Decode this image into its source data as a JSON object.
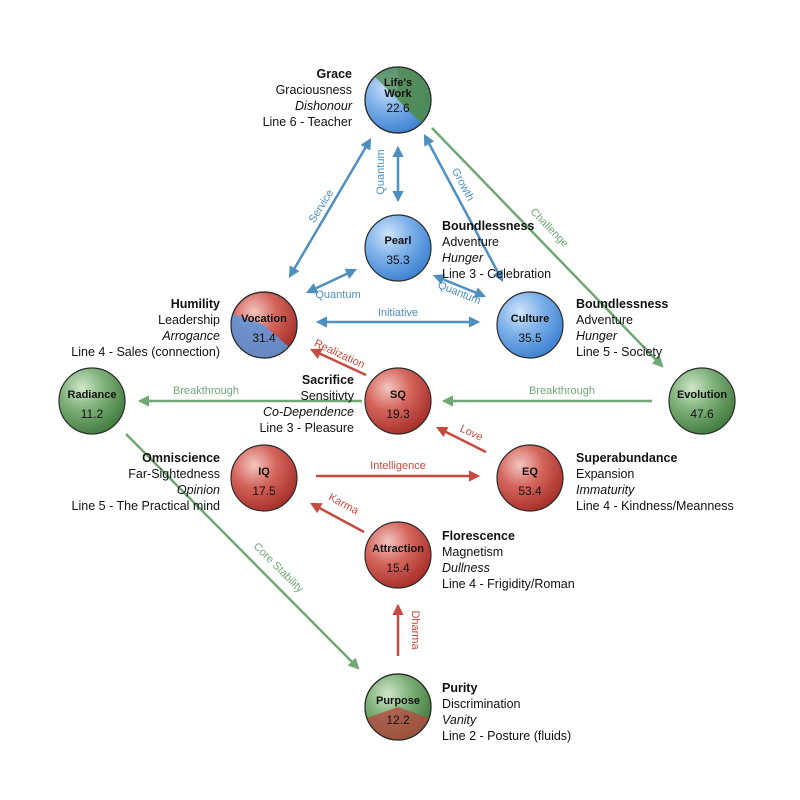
{
  "colors": {
    "blue": "#4a8fd6",
    "red": "#c0403a",
    "green": "#5f9a5a",
    "arrow_blue": "#4d8fc0",
    "arrow_red": "#c84a3e",
    "arrow_green": "#6fa874"
  },
  "nodes": {
    "lifes_work": {
      "name": "Life's Work",
      "value": "22.6"
    },
    "pearl": {
      "name": "Pearl",
      "value": "35.3"
    },
    "vocation": {
      "name": "Vocation",
      "value": "31.4"
    },
    "culture": {
      "name": "Culture",
      "value": "35.5"
    },
    "radiance": {
      "name": "Radiance",
      "value": "11.2"
    },
    "sq": {
      "name": "SQ",
      "value": "19.3"
    },
    "evolution": {
      "name": "Evolution",
      "value": "47.6"
    },
    "iq": {
      "name": "IQ",
      "value": "17.5"
    },
    "eq": {
      "name": "EQ",
      "value": "53.4"
    },
    "attraction": {
      "name": "Attraction",
      "value": "15.4"
    },
    "purpose": {
      "name": "Purpose",
      "value": "12.2"
    }
  },
  "blocks": {
    "grace": {
      "title": "Grace",
      "gift": "Graciousness",
      "shadow": "Dishonour",
      "line": "Line 6 - Teacher"
    },
    "pearl": {
      "title": "Boundlessness",
      "gift": "Adventure",
      "shadow": "Hunger",
      "line": "Line 3 - Celebration"
    },
    "humility": {
      "title": "Humility",
      "gift": "Leadership",
      "shadow": "Arrogance",
      "line": "Line 4 - Sales (connection)"
    },
    "culture": {
      "title": "Boundlessness",
      "gift": "Adventure",
      "shadow": "Hunger",
      "line": "Line 5 - Society"
    },
    "sacrifice": {
      "title": "Sacrifice",
      "gift": "Sensitivty",
      "shadow": "Co-Dependence",
      "line": "Line 3 - Pleasure"
    },
    "omniscience": {
      "title": "Omniscience",
      "gift": "Far-Sightedness",
      "shadow": "Opinion",
      "line": "Line 5 - The Practical mind"
    },
    "superabundance": {
      "title": "Superabundance",
      "gift": "Expansion",
      "shadow": "Immaturity",
      "line": "Line 4 - Kindness/Meanness"
    },
    "florescence": {
      "title": "Florescence",
      "gift": "Magnetism",
      "shadow": "Dullness",
      "line": "Line 4 - Frigidity/Roman"
    },
    "purity": {
      "title": "Purity",
      "gift": "Discrimination",
      "shadow": "Vanity",
      "line": "Line 2 - Posture (fluids)"
    }
  },
  "edges": {
    "service": "Service",
    "quantum_top": "Quantum",
    "growth": "Growth",
    "challenge": "Challenge",
    "quantum_left": "Quantum",
    "quantum_right": "Quantum",
    "initiative": "Initiative",
    "realization": "Realization",
    "breakthrough_left": "Breakthrough",
    "breakthrough_right": "Breakthrough",
    "love": "Love",
    "intelligence": "Intelligence",
    "karma": "Karma",
    "core_stability": "Core Stability",
    "dharma": "Dharma"
  }
}
